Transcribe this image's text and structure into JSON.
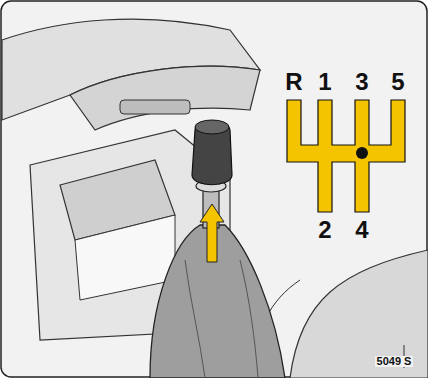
{
  "diagram": {
    "labels": [
      "R",
      "1",
      "3",
      "5",
      "2",
      "4",
      "5049 S"
    ]
  }
}
